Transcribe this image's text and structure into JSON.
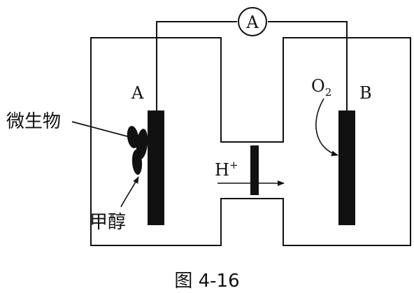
{
  "diagram": {
    "ammeter_symbol": "A",
    "electrode_a_label": "A",
    "electrode_b_label": "B",
    "microbe_label": "微生物",
    "methanol_label": "甲醇",
    "oxygen_label": "O",
    "oxygen_subscript": "2",
    "proton_label": "H",
    "proton_superscript": "+",
    "caption": "图 4-16"
  }
}
